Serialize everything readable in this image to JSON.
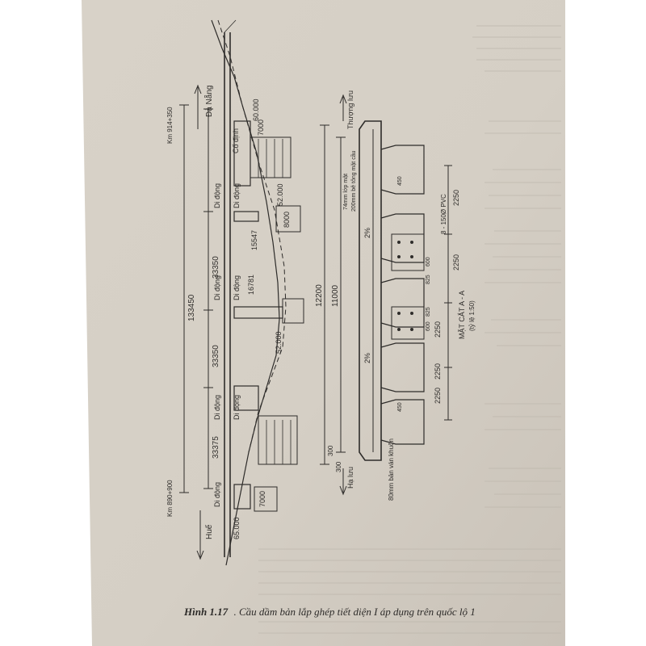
{
  "caption": {
    "label": "Hình 1.17",
    "text": ". Cầu dầm bản lắp ghép tiết diện I áp dụng trên quốc lộ 1"
  },
  "plan": {
    "direction_top": "Đà Nẵng",
    "direction_bottom": "Huế",
    "chainage_top": "Km 914+350",
    "chainage_bottom": "Km 890+900",
    "total_length": "133450",
    "spans": [
      "33350",
      "33350",
      "33375"
    ],
    "bearing_fixed": "Cố định",
    "bearing_movable": "Di động",
    "elevations": [
      "60.000",
      "52.000",
      "52.000",
      "65.000"
    ],
    "dims": [
      "7000",
      "8000",
      "7000"
    ],
    "levels": [
      "15547",
      "16781"
    ]
  },
  "section": {
    "title": "MẶT CẮT A - A",
    "scale": "(tỷ lệ 1:50)",
    "upstream": "Thượng lưu",
    "downstream": "Hạ lưu",
    "width_total": "12200",
    "width_road": "11000",
    "side_widths": [
      "300",
      "300"
    ],
    "slopes": [
      "2%",
      "2%"
    ],
    "spacings": [
      "2250",
      "2250",
      "2250",
      "2250",
      "2250"
    ],
    "layer_wearing": "74mm lớp mặt",
    "layer_concrete": "200mm bê tông mặt cầu",
    "formwork": "80mm bản ván khuôn",
    "drain": "8 - 150Ø PVC",
    "dims_small": [
      "600",
      "825",
      "825",
      "600",
      "450",
      "450"
    ]
  },
  "colors": {
    "paper": "#d9d3ca",
    "ink": "#2e2c2a",
    "backdrop": "#ffffff"
  }
}
